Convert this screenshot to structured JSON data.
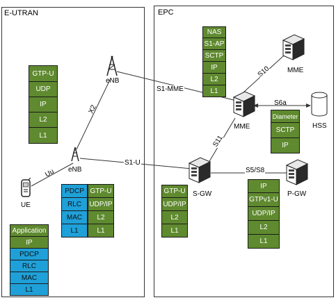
{
  "eutran": {
    "title": "E-UTRAN",
    "enb_top": {
      "label": "eNB",
      "stack": [
        "GTP-U",
        "UDP",
        "IP",
        "L2",
        "L1"
      ]
    },
    "enb_bottom": {
      "label": "eNB",
      "left_stack": [
        "PDCP",
        "RLC",
        "MAC",
        "L1"
      ],
      "right_stack": [
        "GTP-U",
        "UDP/IP",
        "L2",
        "L1"
      ]
    },
    "ue": {
      "label": "UE",
      "stack": [
        "Application",
        "IP",
        "PDCP",
        "RLC",
        "MAC",
        "L1"
      ]
    },
    "x2": "X2",
    "uu": "Uu"
  },
  "epc": {
    "title": "EPC",
    "mme_stack": [
      "NAS",
      "S1-AP",
      "SCTP",
      "IP",
      "L2",
      "L1"
    ],
    "mme": "MME",
    "mme_peer": "MME",
    "hss": "HSS",
    "hss_stack": [
      "Diameter",
      "SCTP",
      "IP"
    ],
    "sgw": "S-GW",
    "sgw_stack": [
      "GTP-U",
      "UDP/IP",
      "L2",
      "L1"
    ],
    "pgw": "P-GW",
    "pgw_stack": [
      "IP",
      "GTPv1-U",
      "UDP/IP",
      "L2",
      "L1"
    ]
  },
  "interfaces": {
    "s1_mme": "S1-MME",
    "s1_u": "S1-U",
    "s10": "S10",
    "s6a": "S6a",
    "s11": "S11",
    "s5s8": "S5/S8"
  },
  "colors": {
    "green": "#5f8a2f",
    "blue": "#1fa0d8"
  }
}
